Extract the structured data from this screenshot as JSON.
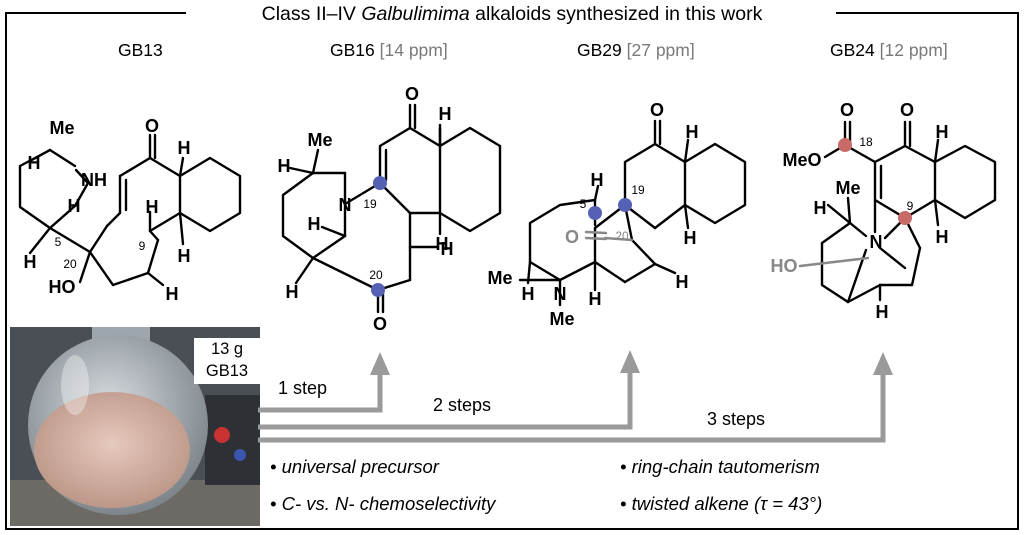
{
  "title": {
    "prefix": "Class II–IV ",
    "italic": "Galbulimima",
    "suffix": " alkaloids synthesized in this work"
  },
  "compounds": [
    {
      "name": "GB13",
      "ppm": ""
    },
    {
      "name": "GB16",
      "ppm": "[14 ppm]"
    },
    {
      "name": "GB29",
      "ppm": "[27 ppm]"
    },
    {
      "name": "GB24",
      "ppm": "[12 ppm]"
    }
  ],
  "atoms": {
    "gb13": {
      "me": "Me",
      "nh": "NH",
      "o": "O",
      "h": "H",
      "ho": "HO",
      "n5": "5",
      "n9": "9",
      "n20": "20"
    },
    "gb16": {
      "o": "O",
      "h": "H",
      "me": "Me",
      "n": "N",
      "n19": "19",
      "n20": "20"
    },
    "gb29": {
      "o": "O",
      "h": "H",
      "me": "Me",
      "n": "N",
      "n5": "5",
      "n19": "19",
      "n20": "20"
    },
    "gb24": {
      "o": "O",
      "h": "H",
      "me": "Me",
      "meo": "MeO",
      "n": "N",
      "ho": "HO",
      "n9": "9",
      "n18": "18"
    }
  },
  "photo": {
    "line1": "13 g",
    "line2": "GB13"
  },
  "steps": [
    "1 step",
    "2 steps",
    "3 steps"
  ],
  "bullets": [
    "• universal precursor",
    "• C- vs. N- chemoselectivity",
    "• ring-chain tautomerism",
    "• twisted alkene (τ = 43°)"
  ],
  "colors": {
    "blue_highlight": "#5461b5",
    "red_highlight": "#c86b68",
    "arrow_gray": "#9a9a9a",
    "ppm_gray": "#7a7a7a"
  }
}
